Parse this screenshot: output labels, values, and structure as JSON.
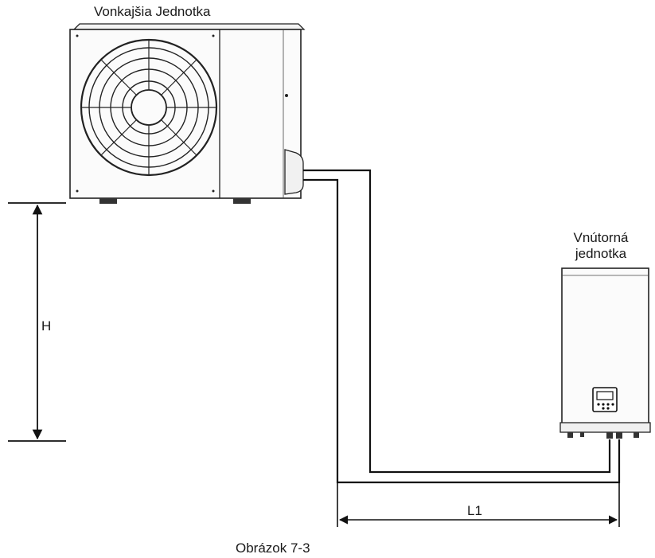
{
  "labels": {
    "outdoor_unit": "Vonkajšia Jednotka",
    "indoor_unit": "Vnútorná jednotka",
    "height": "H",
    "length": "L1",
    "caption": "Obrázok 7-3"
  }
}
